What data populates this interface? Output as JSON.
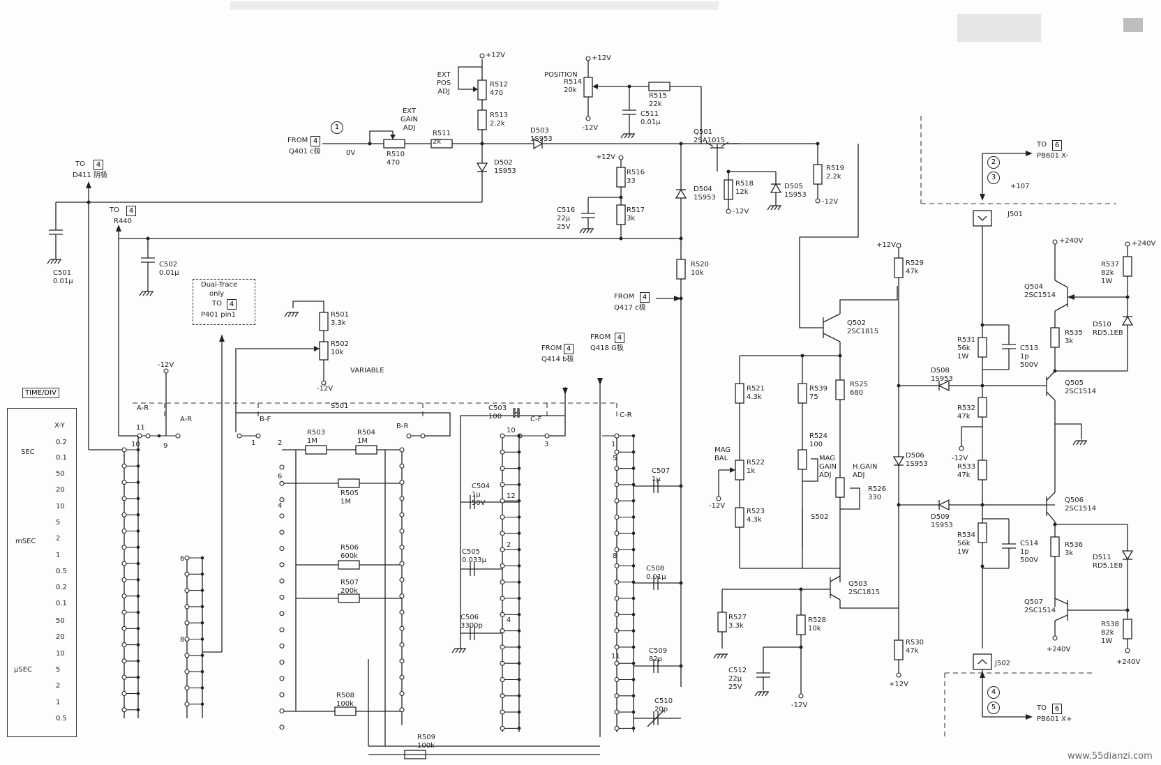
{
  "watermark": "www.55dianzi.com",
  "labels": {
    "time_div": "TIME/DIV",
    "x_y": "X-Y",
    "sec": "SEC",
    "msec": "mSEC",
    "usec": "μSEC",
    "dual_trace_1": "Dual-Trace",
    "dual_trace_2": "only",
    "dual_to": "TO",
    "dual_pin": "P401 pin1",
    "variable": "VARIABLE",
    "s501": "S501",
    "to_d411": "TO",
    "d411": "D411 阴极",
    "to_r440": "TO",
    "r440": "R440",
    "from_q401": "FROM",
    "q401": "Q401 c极",
    "ov": "0V",
    "from_q417": "FROM",
    "q417": "Q417 c极",
    "from_q414": "FROM",
    "q414": "Q414 b极",
    "from_q418": "FROM",
    "q418": "Q418 G极",
    "to_pb601_xm": "TO",
    "pb601_xm": "PB601 X-",
    "to_pb601_xp": "TO",
    "pb601_xp": "PB601 X+",
    "v107": "+107",
    "j501": "J501",
    "j502": "J502",
    "ext_pos_adj": [
      "EXT",
      "POS",
      "ADJ"
    ],
    "ext_gain_adj": [
      "EXT",
      "GAIN",
      "ADJ"
    ],
    "position": "POSITION",
    "mag_bal": [
      "MAG",
      "BAL"
    ],
    "mag_gain_adj": [
      "MAG",
      "GAIN",
      "ADJ"
    ],
    "h_gain_adj": [
      "H.GAIN",
      "ADJ"
    ],
    "s502": "S502",
    "ar_l": "A-R",
    "ar_r": "A-R",
    "bf": "B-F",
    "br": "B-R",
    "cf": "C-F",
    "cr": "C-R"
  },
  "box_refs": {
    "d411": "4",
    "r440": "4",
    "q401": "4",
    "dual": "4",
    "q417": "4",
    "q414": "4",
    "q418": "4",
    "pb_xm": "6",
    "pb_xp": "6"
  },
  "circle_refs": {
    "n1": "1",
    "n2": "2",
    "n3": "3",
    "n4": "4",
    "n5": "5"
  },
  "time_div_values": {
    "sec": [
      "0.2",
      "0.1"
    ],
    "msec": [
      "50",
      "20",
      "10",
      "5",
      "2",
      "1",
      "0.5",
      "0.2",
      "0.1"
    ],
    "usec": [
      "50",
      "20",
      "10",
      "5",
      "2",
      "1",
      "0.5"
    ]
  },
  "pin_numbers": {
    "p11": "11",
    "p10a": "10",
    "p9": "9",
    "p1a": "1",
    "p2": "2",
    "p6a": "6",
    "p4a": "4",
    "p10b": "10",
    "p3": "3",
    "p12": "12",
    "p2b": "2",
    "p4b": "4",
    "p1b": "1",
    "p5": "5",
    "p8a": "8",
    "p11b": "11",
    "p6b": "6",
    "p8b": "8"
  },
  "supplies": {
    "p12_r512": "+12V",
    "p12_r514": "+12V",
    "m12_r514": "-12V",
    "p12_r516": "+12V",
    "m12_r518": "-12V",
    "m12_r519": "-12V",
    "m12_r502": "-12V",
    "m12_sw": "-12V",
    "p12_r529": "+12V",
    "m12_r522": "-12V",
    "p12_r530": "+12V",
    "m12_r528": "-12V",
    "m12_r532": "-12V",
    "p240_q504": "+240V",
    "p240_r537": "+240V",
    "p240_q507": "+240V",
    "p240_r538": "+240V"
  },
  "components": {
    "R512": [
      "R512",
      "470"
    ],
    "R513": [
      "R513",
      "2.2k"
    ],
    "D502": [
      "D502",
      "1S953"
    ],
    "R510": [
      "R510",
      "470"
    ],
    "R511": [
      "R511",
      "2k"
    ],
    "D503": [
      "D503",
      "1S953"
    ],
    "R514": [
      "R514",
      "20k"
    ],
    "R515": [
      "R515",
      "22k"
    ],
    "C511": [
      "C511",
      "0.01μ"
    ],
    "R516": [
      "R516",
      "33"
    ],
    "R517": [
      "R517",
      "3k"
    ],
    "C516": [
      "C516",
      "22μ",
      "25V"
    ],
    "D504": [
      "D504",
      "1S953"
    ],
    "Q501": [
      "Q501",
      "2SA1015"
    ],
    "R518": [
      "R518",
      "12k"
    ],
    "D505": [
      "D505",
      "1S953"
    ],
    "R519": [
      "R519",
      "2.2k"
    ],
    "R520": [
      "R520",
      "10k"
    ],
    "C501": [
      "C501",
      "0.01μ"
    ],
    "C502": [
      "C502",
      "0.01μ"
    ],
    "R501": [
      "R501",
      "3.3k"
    ],
    "R502": [
      "R502",
      "10k"
    ],
    "R503": [
      "R503",
      "1M"
    ],
    "R504": [
      "R504",
      "1M"
    ],
    "R505": [
      "R505",
      "1M"
    ],
    "R506": [
      "R506",
      "600k"
    ],
    "R507": [
      "R507",
      "200k"
    ],
    "R508": [
      "R508",
      "100k"
    ],
    "R509": [
      "R509",
      "100k"
    ],
    "C503": [
      "C503",
      "100"
    ],
    "C504": [
      "C504",
      "1μ",
      "50V"
    ],
    "C505": [
      "C505",
      "0.033μ"
    ],
    "C506": [
      "C506",
      "3300p"
    ],
    "C507": [
      "C507",
      "1μ"
    ],
    "C508": [
      "C508",
      "0.01μ"
    ],
    "C509": [
      "C509",
      "82p"
    ],
    "C510": [
      "C510",
      "20p"
    ],
    "Q502": [
      "Q502",
      "2SC1815"
    ],
    "R521": [
      "R521",
      "4.3k"
    ],
    "R539": [
      "R539",
      "75"
    ],
    "R525": [
      "R525",
      "680"
    ],
    "R522": [
      "R522",
      "1k"
    ],
    "R524": [
      "R524",
      "100"
    ],
    "R526": [
      "R526",
      "330"
    ],
    "R523": [
      "R523",
      "4.3k"
    ],
    "Q503": [
      "Q503",
      "2SC1815"
    ],
    "R527": [
      "R527",
      "3.3k"
    ],
    "R528": [
      "R528",
      "10k"
    ],
    "C512": [
      "C512",
      "22μ",
      "25V"
    ],
    "R529": [
      "R529",
      "47k"
    ],
    "D506": [
      "D506",
      "1S953"
    ],
    "R530": [
      "R530",
      "47k"
    ],
    "R531": [
      "R531",
      "56k",
      "1W"
    ],
    "C513": [
      "C513",
      "1p",
      "500V"
    ],
    "D508": [
      "D508",
      "1S953"
    ],
    "R532": [
      "R532",
      "47k"
    ],
    "R533": [
      "R533",
      "47k"
    ],
    "D509": [
      "D509",
      "1S953"
    ],
    "R534": [
      "R534",
      "56k",
      "1W"
    ],
    "C514": [
      "C514",
      "1p",
      "500V"
    ],
    "Q504": [
      "Q504",
      "2SC1514"
    ],
    "R537": [
      "R537",
      "82k",
      "1W"
    ],
    "D510": [
      "D510",
      "RD5.1EB"
    ],
    "R535": [
      "R535",
      "3k"
    ],
    "Q505": [
      "Q505",
      "2SC1514"
    ],
    "Q506": [
      "Q506",
      "2SC1514"
    ],
    "R536": [
      "R536",
      "3k"
    ],
    "D511": [
      "D511",
      "RD5.1E8"
    ],
    "Q507": [
      "Q507",
      "2SC1514"
    ],
    "R538": [
      "R538",
      "82k",
      "1W"
    ]
  }
}
